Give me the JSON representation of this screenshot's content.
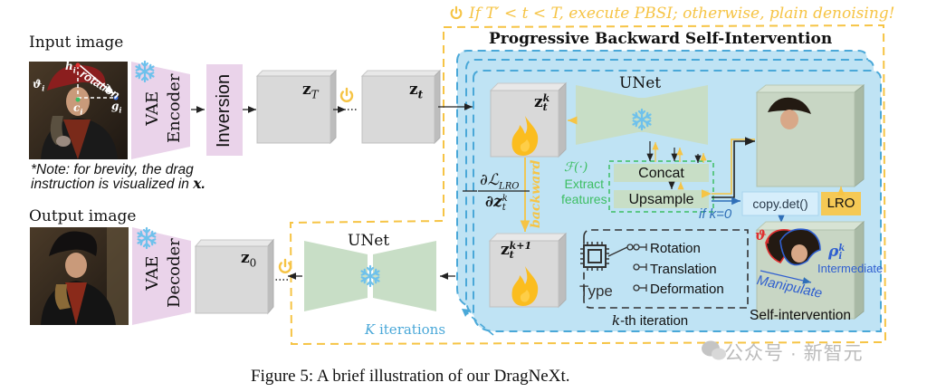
{
  "colors": {
    "yellow": "#F6C445",
    "blue_dash": "#4AA8D8",
    "blue_fill": "#BFE3F4",
    "pink": "#EAD3EA",
    "green_unet": "#C8DEC6",
    "gray_cube": "#D9D9D9",
    "green_text": "#3DBE63",
    "red": "#E03030",
    "intermediate_blue": "#2F5FD0",
    "lro": "#F5C955",
    "copy_box": "#D6EEFB"
  },
  "condition_banner": "If T′ < t < T, execute PBSI; otherwise, plain denoising!",
  "pbsi_title": "Progressive Backward Self-Intervention",
  "input": {
    "label": "Input image",
    "annotations": {
      "h": "h",
      "h_sub": "i",
      "theta": "ϑ",
      "theta_sub": "i",
      "c": "c",
      "c_sub": "i",
      "g": "g",
      "g_sub": "i",
      "rotation": "rotation"
    }
  },
  "note": {
    "line1": "*Note: for brevity, the drag",
    "line2": "instruction is visualized in ",
    "var": "x",
    "end": "."
  },
  "encoder": {
    "line1": "VAE",
    "line2": "Encoder"
  },
  "inversion": "Inversion",
  "latents": {
    "zT": {
      "base": "z",
      "sub": "T"
    },
    "zt": {
      "base": "z",
      "sub": "t"
    },
    "z0": {
      "base": "z",
      "sub": "0"
    },
    "ztk": {
      "base": "z",
      "sub": "t",
      "sup": "k"
    },
    "ztk1": {
      "base": "z",
      "sub": "t",
      "sup": "k+1"
    }
  },
  "unet_label": "UNet",
  "gradient": {
    "num_prefix": "∂ℒ",
    "num_sub": "LRO",
    "den_prefix": "∂z",
    "den_sub": "t",
    "den_sup": "k"
  },
  "backward": "backward",
  "feature_extract": {
    "func": "ℱ(·)",
    "line1": "Extract",
    "line2": "features"
  },
  "concat": "Concat",
  "upsample": "Upsample",
  "if_k0": "if k=0",
  "copy_det": "copy.det()",
  "lro": "LRO",
  "type_block": {
    "type_label": "Type",
    "options": [
      "Rotation",
      "Translation",
      "Deformation"
    ]
  },
  "kth_iteration": {
    "var": "k",
    "rest": "-th iteration"
  },
  "self_intervention": {
    "label": "Self-intervention",
    "theta": "ϑ",
    "theta_sub": "i",
    "rho": "ρ",
    "rho_sub": "i",
    "rho_sup": "k",
    "intermediate": "Intermediate",
    "manipulate": "Manipulate"
  },
  "output": {
    "label": "Output image"
  },
  "decoder": {
    "line1": "VAE",
    "line2": "Decoder"
  },
  "k_iterations": {
    "var": "K",
    "rest": " iterations"
  },
  "caption": "Figure 5: A brief illustration of our DragNeXt.",
  "watermark": "公众号 · 新智元"
}
